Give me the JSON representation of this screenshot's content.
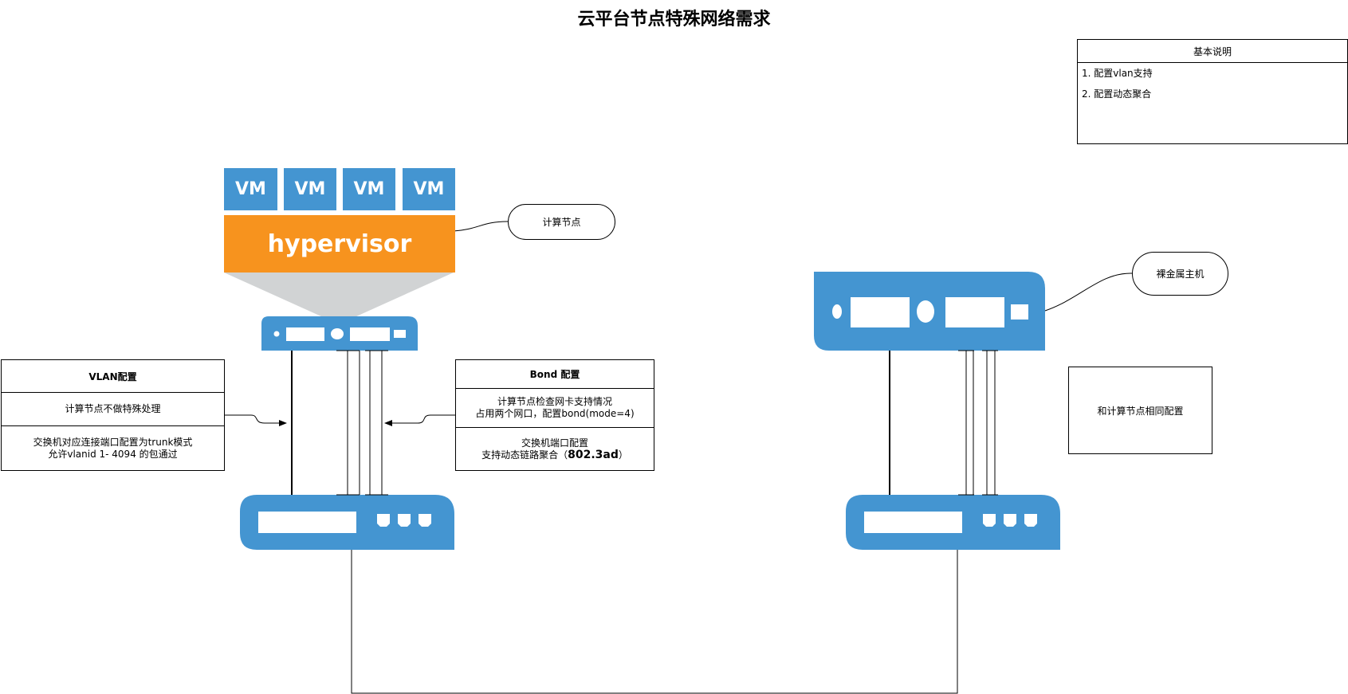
{
  "title": "云平台节点特殊网络需求",
  "notes": {
    "header": "基本说明",
    "items": [
      "1. 配置vlan支持",
      "2. 配置动态聚合"
    ]
  },
  "compute": {
    "vms": [
      "VM",
      "VM",
      "VM",
      "VM"
    ],
    "hypervisor": "hypervisor",
    "callout": "计算节点"
  },
  "baremetal": {
    "callout": "裸金属主机",
    "same_config": "和计算节点相同配置"
  },
  "vlan_box": {
    "header": "VLAN配置",
    "row1": "计算节点不做特殊处理",
    "row2_line1": "交换机对应连接端口配置为trunk模式",
    "row2_line2": "允许vlanid 1- 4094 的包通过"
  },
  "bond_box": {
    "header": "Bond 配置",
    "row1_line1": "计算节点检查网卡支持情况",
    "row1_line2": "占用两个网口，配置bond(mode=4)",
    "row2_line1": "交换机端口配置",
    "row2_prefix": "支持动态链路聚合（",
    "row2_bold": "802.3ad",
    "row2_suffix": "）"
  },
  "colors": {
    "device_blue": "#4495d1",
    "hypervisor_orange": "#f7931e",
    "projection_gray": "#d1d3d4"
  }
}
